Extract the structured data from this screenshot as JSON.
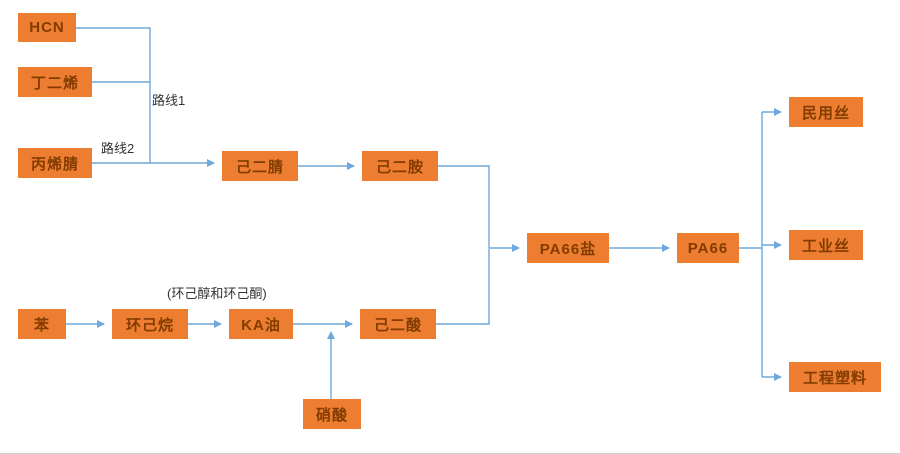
{
  "diagram": {
    "title": "PA66 production chain flowchart",
    "nodes": {
      "hcn": "HCN",
      "butadiene": "丁二烯",
      "acrylonitrile": "丙烯腈",
      "adiponitrile": "己二腈",
      "hexamethylenediamine": "己二胺",
      "pa66_salt": "PA66盐",
      "pa66": "PA66",
      "civil_yarn": "民用丝",
      "industrial_yarn": "工业丝",
      "engineering_plastics": "工程塑料",
      "benzene": "苯",
      "cyclohexane": "环己烷",
      "ka_oil": "KA油",
      "adipic_acid": "己二酸",
      "nitric_acid": "硝酸"
    },
    "labels": {
      "route1": "路线1",
      "route2": "路线2",
      "ka_note": "(环己醇和环己酮)"
    },
    "colors": {
      "box_fill": "#ED7D31",
      "box_text": "#833C00",
      "line": "#6FA8DC",
      "label_text": "#333333"
    }
  }
}
